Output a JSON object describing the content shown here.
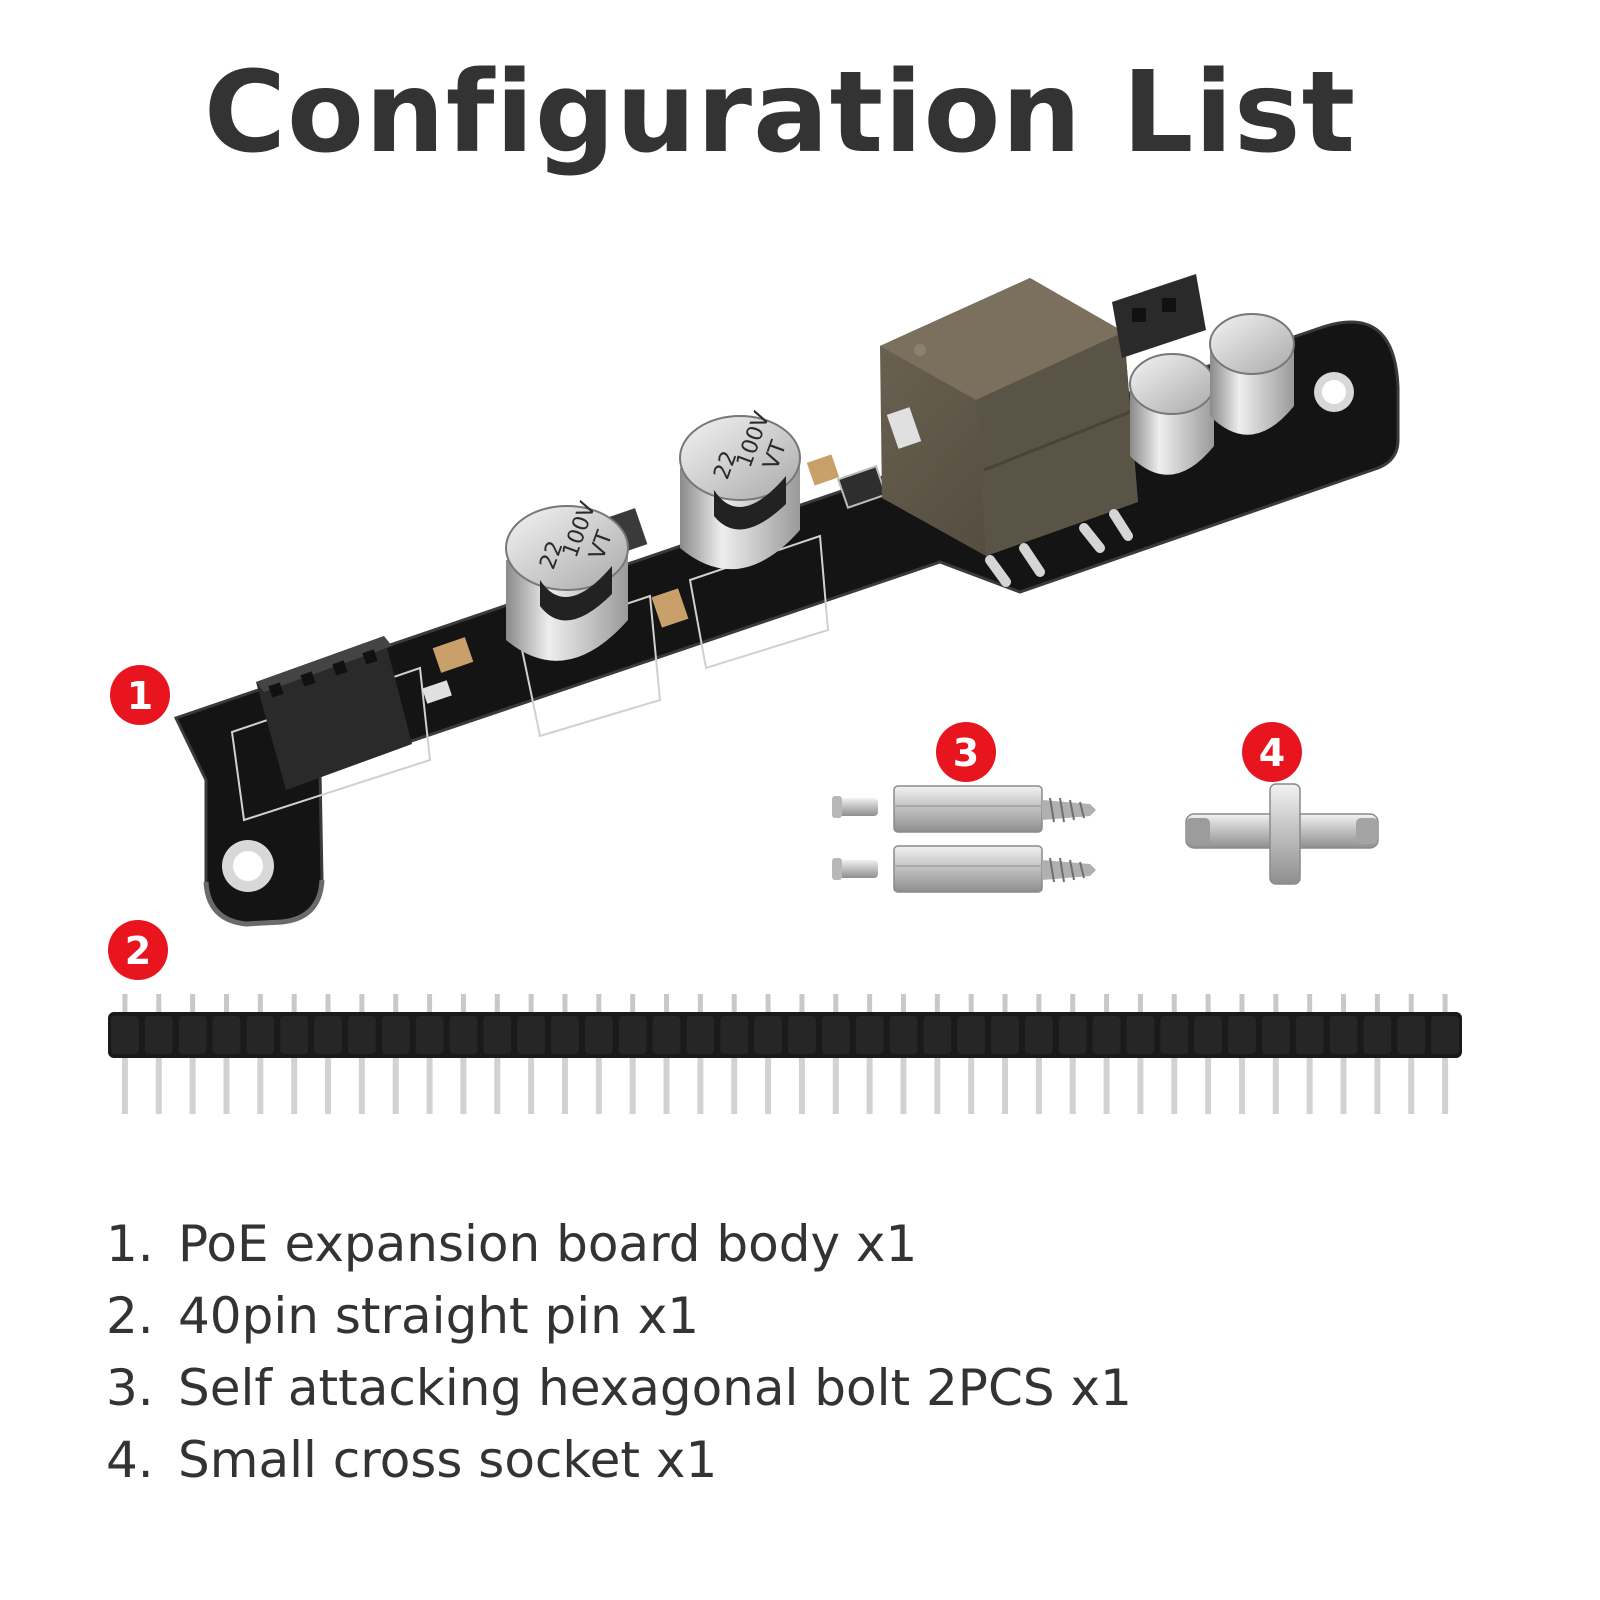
{
  "title": "Configuration List",
  "badges": [
    "1",
    "2",
    "3",
    "4"
  ],
  "capacitors": [
    {
      "line1": "22",
      "line2": "100V",
      "line3": "VT"
    },
    {
      "line1": "22",
      "line2": "100V",
      "line3": "VT"
    }
  ],
  "items": [
    {
      "number": "1.",
      "text": "PoE expansion board body x1"
    },
    {
      "number": "2.",
      "text": "40pin straight pin x1"
    },
    {
      "number": "3.",
      "text": "Self attacking hexagonal bolt 2PCS x1"
    },
    {
      "number": "4.",
      "text": "Small cross socket x1"
    }
  ],
  "colors": {
    "badge": "#e8141e",
    "pcb": "#161616",
    "transformer": "#5e5648",
    "text": "#333333"
  },
  "icons": [
    "poe-board-image",
    "pin-header-image",
    "hex-bolt-image",
    "cross-socket-image"
  ]
}
